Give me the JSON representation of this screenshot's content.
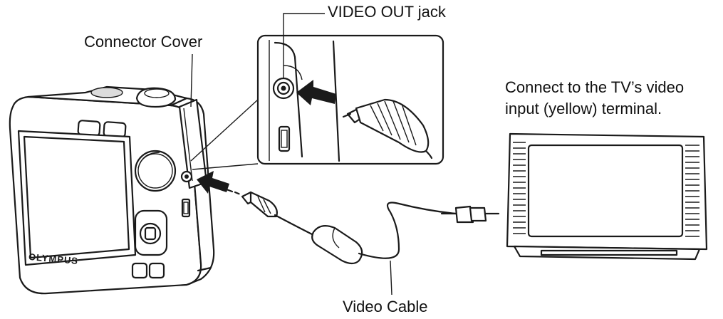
{
  "labels": {
    "video_out_jack": "VIDEO OUT jack",
    "connector_cover": "Connector Cover",
    "tv_instruction_line1": "Connect to the TV’s video",
    "tv_instruction_line2": "input (yellow) terminal.",
    "video_cable": "Video Cable",
    "camera_brand": "OLYMPUS"
  }
}
